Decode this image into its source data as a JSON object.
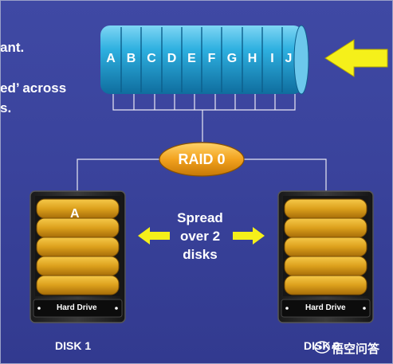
{
  "slide": {
    "side_text": [
      "ant.",
      "ed’ across",
      "s."
    ]
  },
  "array": {
    "blocks": [
      "A",
      "B",
      "C",
      "D",
      "E",
      "F",
      "G",
      "H",
      "I",
      "J"
    ]
  },
  "raid": {
    "label": "RAID 0"
  },
  "spread_text": [
    "Spread",
    "over 2",
    "disks"
  ],
  "disks": [
    {
      "block_label": "A",
      "drive_label": "Hard Drive",
      "caption": "DISK 1"
    },
    {
      "block_label": "",
      "drive_label": "Hard Drive",
      "caption": "DISK 2"
    }
  ],
  "watermark": {
    "text": "悟空问答"
  },
  "colors": {
    "background": "#3a439c",
    "cylinder": "#2fa9d9",
    "raid_badge": "#f0a020",
    "platter": "#e0a21c",
    "arrow": "#f5f01a"
  }
}
